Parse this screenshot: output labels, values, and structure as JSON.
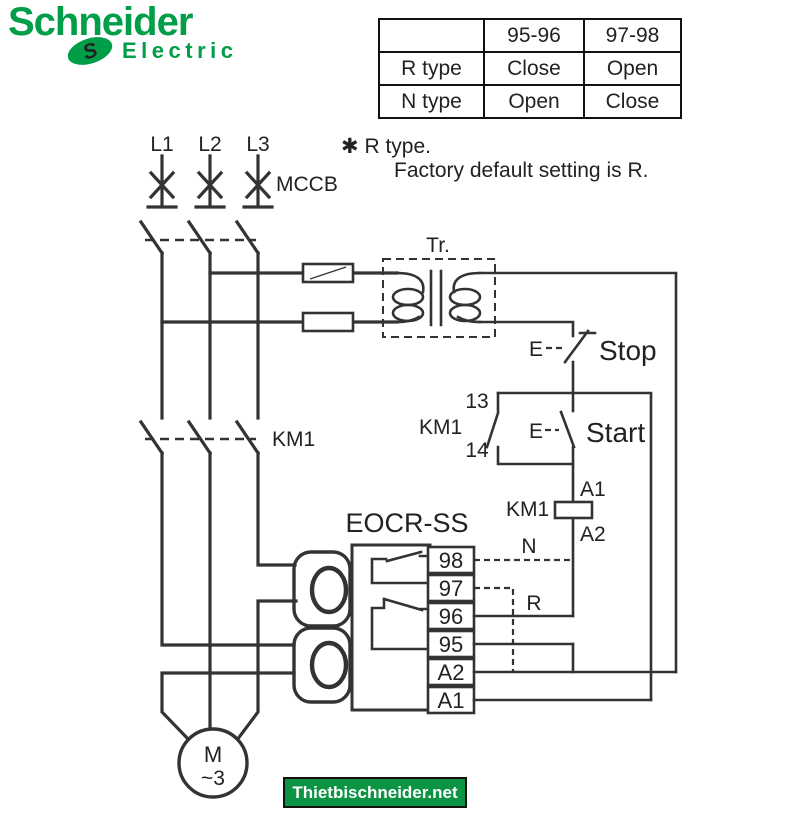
{
  "colors": {
    "brand_green": "#009E49",
    "watermark_green": "#0A9444",
    "line": "#333333",
    "text": "#222222"
  },
  "logo": {
    "name": "Schneider",
    "glyph": "S",
    "sub": "Electric"
  },
  "contact_table": {
    "headers": [
      "",
      "95-96",
      "97-98"
    ],
    "rows": [
      {
        "label": "R type",
        "cells": [
          "Close",
          "Open"
        ]
      },
      {
        "label": "N type",
        "cells": [
          "Open",
          "Close"
        ]
      }
    ]
  },
  "note": {
    "bullet": "✱",
    "line1": "R type.",
    "line2": "Factory default setting is R."
  },
  "diagram": {
    "phase_labels": [
      "L1",
      "L2",
      "L3"
    ],
    "breaker_label": "MCCB",
    "contactor_label": "KM1",
    "transformer_label": "Tr.",
    "stop": {
      "actuator": "E",
      "label": "Stop"
    },
    "start": {
      "actuator": "E",
      "label": "Start"
    },
    "aux_contact": {
      "label": "KM1",
      "terminal_top": "13",
      "terminal_bottom": "14"
    },
    "coil": {
      "label": "KM1",
      "terminal_top": "A1",
      "terminal_bottom": "A2"
    },
    "relay": {
      "title": "EOCR-SS",
      "terminals": [
        "98",
        "97",
        "96",
        "95",
        "A2",
        "A1"
      ]
    },
    "wire_labels": {
      "neutral": "N",
      "run": "R"
    },
    "motor": {
      "line1": "M",
      "line2": "~3"
    }
  },
  "watermark": {
    "text": "Thietbischneider.net"
  }
}
